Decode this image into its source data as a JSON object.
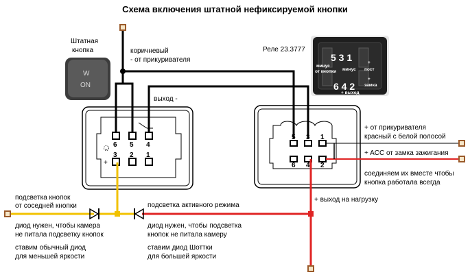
{
  "title": "Схема включения штатной нефиксируемой кнопки",
  "button": {
    "caption_line1": "Штатная",
    "caption_line2": "кнопка",
    "label_w": "W",
    "label_on": "ON"
  },
  "brown_wire": {
    "line1": "коричневый",
    "line2": "- от прикуривателя"
  },
  "relay_title": "Реле 23.3777",
  "output_minus": "выход -",
  "left_connector": {
    "pins_top": [
      "6",
      "5",
      "4"
    ],
    "pins_bottom": [
      "3",
      "2",
      "1"
    ],
    "plus": "+",
    "minus": "-"
  },
  "right_connector": {
    "pins_top": [
      "5",
      "3",
      "1"
    ],
    "pins_bottom": [
      "6",
      "4",
      "2"
    ]
  },
  "relay_photo": {
    "nums_top": "5 3 1",
    "nums_bottom": "6 4 2",
    "minus_left": "минус",
    "from_button": "от кнопки",
    "minus_mid": "минус",
    "const": "пост",
    "plus": "+",
    "plus2": "+",
    "from_lock": "замка",
    "output": "+ выход"
  },
  "annotations": {
    "from_lighter_1": "+ от прикуривателя",
    "from_lighter_2": "красный с белой полосой",
    "acc": "+ ACC от замка зажигания",
    "join_1": "соединяем их вместе чтобы",
    "join_2": "кнопка работала всегда",
    "load_out": "+ выход на нагрузку",
    "backlight_1": "подсветка кнопок",
    "backlight_2": "от соседней кнопки",
    "active_backlight": "подсветка активного режима",
    "diode_left_1": "диод нужен, чтобы камера",
    "diode_left_2": "не питала подсветку кнопок",
    "diode_right_1": "диод нужен, чтобы подсветка",
    "diode_right_2": "кнопок не питала камеру",
    "ordinary_1": "ставим обычный диод",
    "ordinary_2": "для меньшей яркости",
    "schottky_1": "ставим диод Шоттки",
    "schottky_2": "для большей яркости"
  },
  "colors": {
    "wire_black": "#000000",
    "wire_red": "#e02424",
    "wire_yellow": "#f2c200",
    "terminal_brown": "#9a5a2a",
    "button_body": "#4a4a4a",
    "relay_photo_bg": "#1e1e1e"
  }
}
